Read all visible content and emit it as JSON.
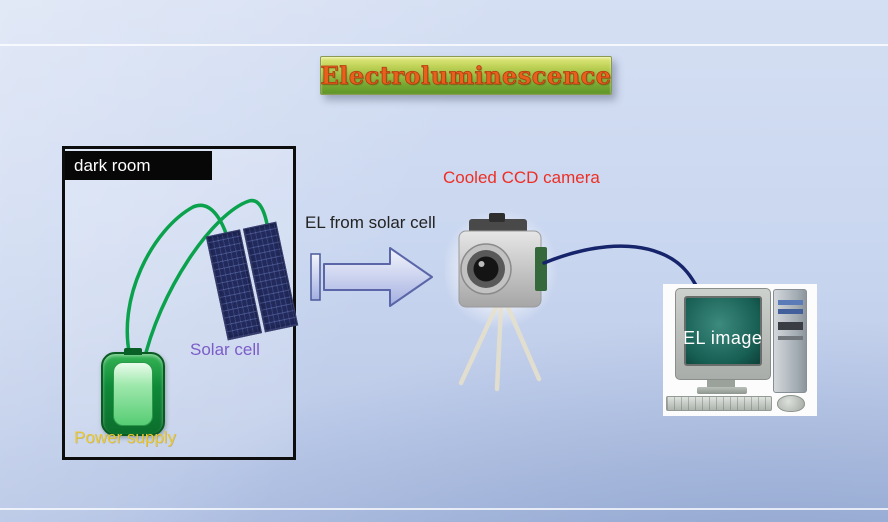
{
  "title": {
    "text": "Electroluminescence"
  },
  "dark_room": {
    "label": "dark room",
    "solar_cell_label": "Solar cell",
    "power_supply_label": "Power supply"
  },
  "arrow": {
    "label": "EL from solar cell"
  },
  "camera": {
    "label": "Cooled CCD camera"
  },
  "computer": {
    "screen_label": "EL image"
  },
  "colors": {
    "background_top": "#d5dff3",
    "background_bottom": "#b2c2e4",
    "banner_green_light": "#e2e97e",
    "banner_green_dark": "#5d9427",
    "title_text": "#e8611c",
    "ccd_label_red": "#ee2e24",
    "solar_label_purple": "#7c5cc8",
    "power_label_yellow": "#e9c832",
    "wire_green": "#0aa24c",
    "cable_navy": "#16246b",
    "arrow_fill_light": "#eef1fa",
    "arrow_fill_dark": "#aab6e4",
    "arrow_border": "#5a66a8",
    "screen_teal": "#175e53"
  }
}
